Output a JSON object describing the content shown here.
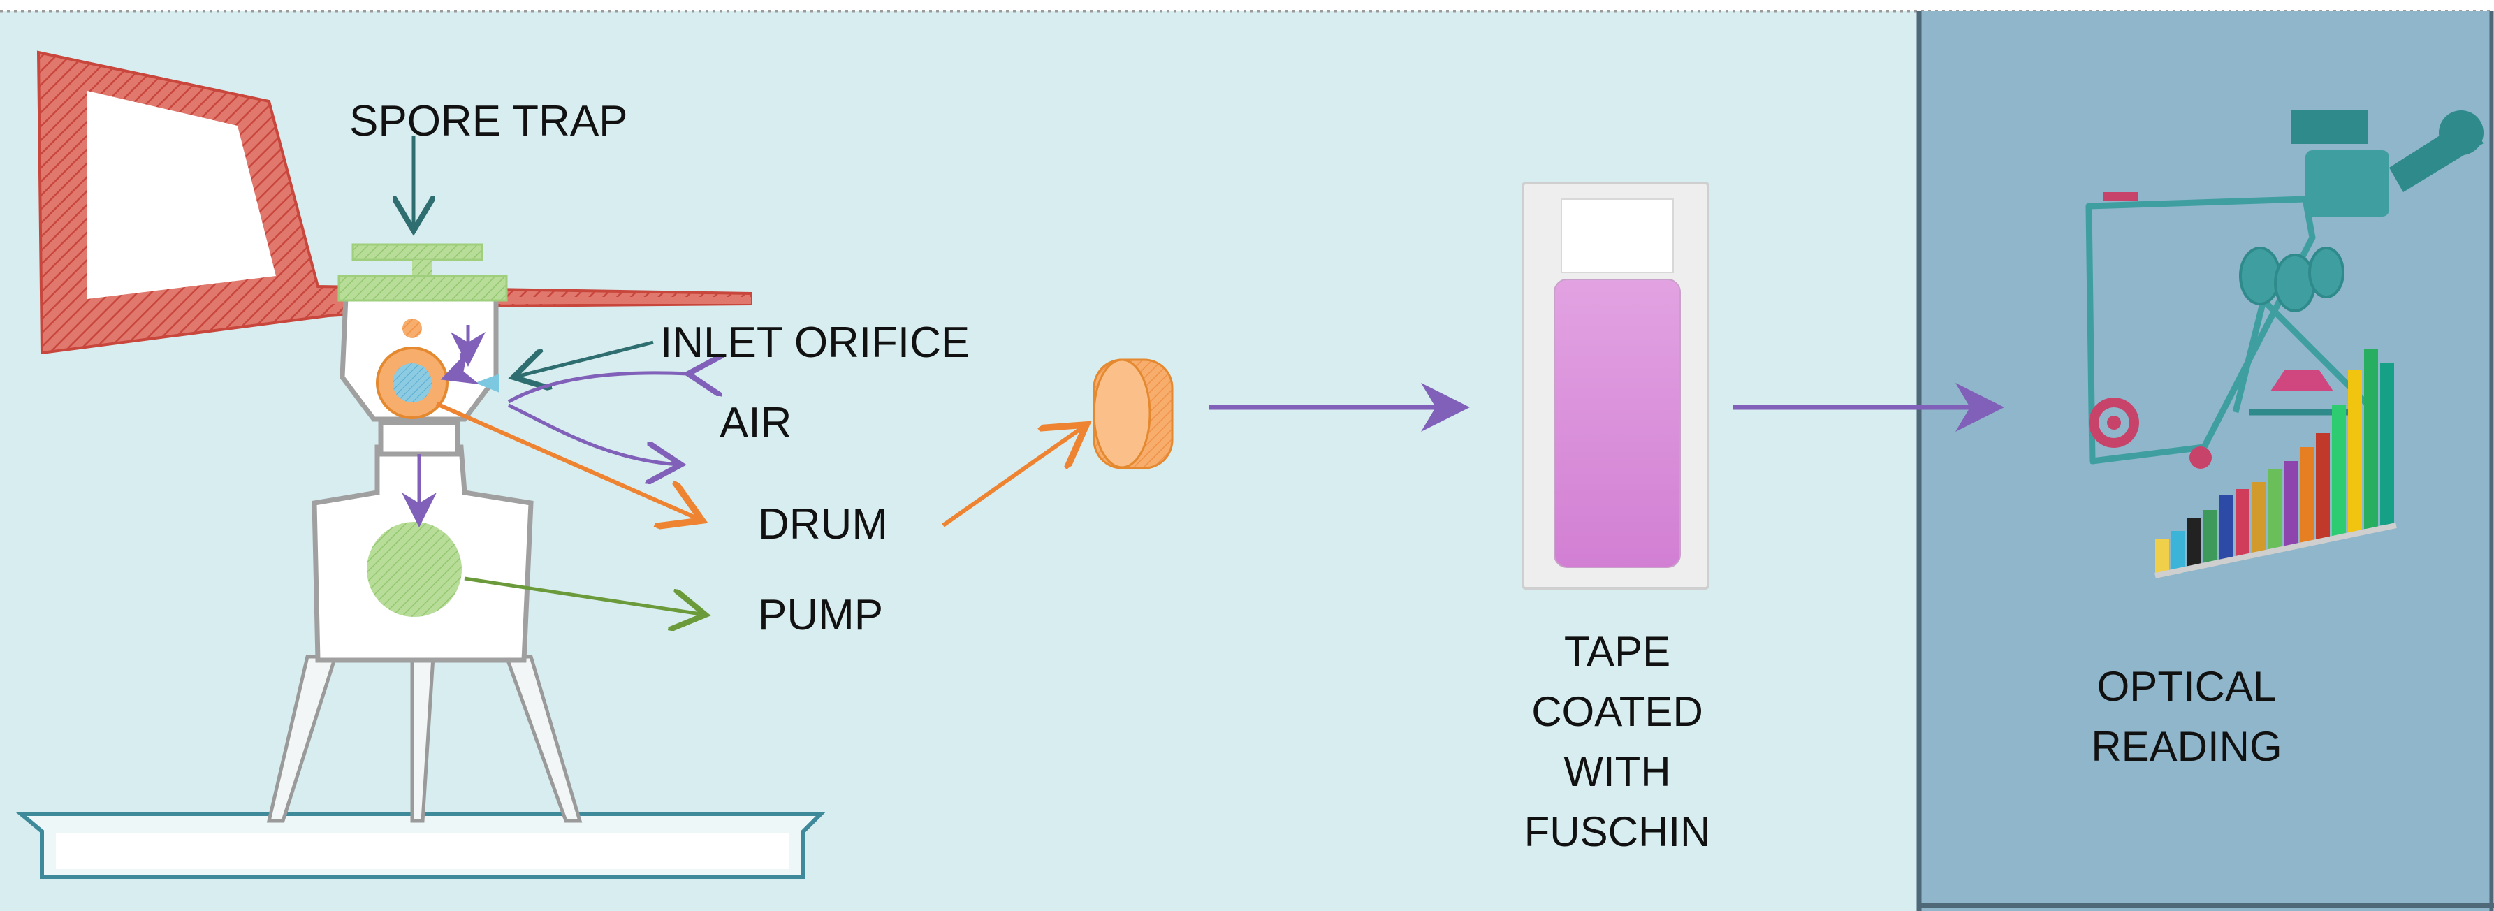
{
  "colors": {
    "panel_bg": "#d8edef",
    "optical_bg": "#8fb6ca",
    "optical_border": "#4f6877",
    "trap_red": "#d9655a",
    "trap_green": "#a9d58a",
    "tape_pink": "#d98ad8",
    "drum_orange": "#f5a35c",
    "arrow_purple": "#8060b8",
    "arrow_teal": "#2f6e70",
    "arrow_orange": "#ee8432",
    "arrow_green": "#6b9a3a"
  },
  "labels": {
    "spore_trap": "SPORE TRAP",
    "inlet_orifice": "INLET ORIFICE",
    "air": "AIR",
    "drum": "DRUM",
    "pump": "PUMP"
  },
  "tape_caption": [
    "TAPE",
    "COATED",
    "WITH",
    "FUSCHIN"
  ],
  "optical_caption": [
    "OPTICAL",
    "READING"
  ],
  "icons": [
    "spore-trap-device",
    "drum-icon",
    "tape-slide-icon",
    "microscope-icon",
    "bar-chart-icon"
  ]
}
